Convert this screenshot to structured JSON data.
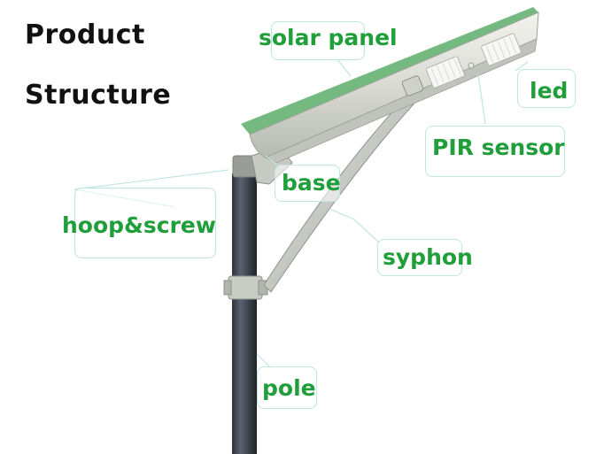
{
  "title": {
    "line1": "Product",
    "line2": "Structure"
  },
  "colors": {
    "label_text": "#1f9e3a",
    "leader_line": "#bfe6df",
    "title_text": "#111111"
  },
  "labels": {
    "solar_panel": "solar panel",
    "led": "led",
    "pir_sensor": "PIR sensor",
    "base": "base",
    "hoop_screw": "hoop&screw",
    "syphon": "syphon",
    "pole": "pole"
  }
}
